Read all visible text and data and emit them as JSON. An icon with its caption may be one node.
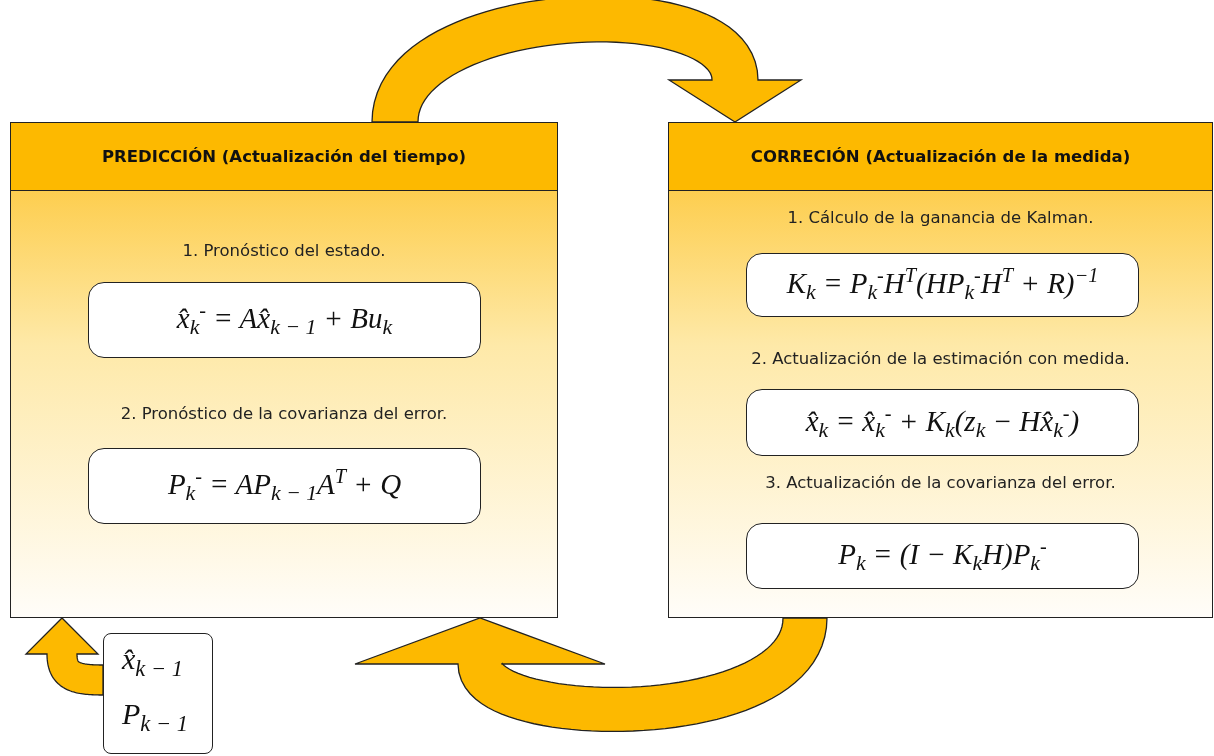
{
  "diagram": {
    "nodes": [
      {
        "text": [
          "PREDICCIÓN (Actualización del tiempo)",
          "1. Pronóstico del estado.",
          "2. Pronóstico de la covarianza del error."
        ]
      },
      {
        "text": [
          "x̂$_{k}$$^{-}$ = Ax̂$_{k − 1}$ + Bu$_{k}$"
        ],
        "in": 0
      },
      {
        "text": [
          "P$_{k}$$^{-}$ = AP$_{k − 1}$A$^{T}$ + Q"
        ],
        "in": 0
      },
      {
        "text": [
          "CORRECIÓN (Actualización de la medida)",
          "1. Cálculo de la ganancia de Kalman.",
          "2. Actualización de la estimación con medida.",
          "3. Actualización de la covarianza del error."
        ]
      },
      {
        "text": [
          "K$_{k}$ = P$_{k}$$^{-}$H$^{T}$(HP$_{k}$$^{-}$H$^{T}$ + R)$^{−1}$"
        ],
        "in": 3
      },
      {
        "text": [
          "x̂$_{k}$ = x̂$_{k}$$^{-}$ + K$_{k}$(z$_{k}$ − Hx̂$_{k}$$^{-}$)"
        ],
        "in": 3
      },
      {
        "text": [
          "P$_{k}$ = (I − K$_{k}$H)P$_{k}$$^{-}$"
        ],
        "in": 3
      },
      {
        "text": [
          "x̂$_{k − 1}$",
          "P$_{k − 1}$"
        ]
      }
    ],
    "edges": [
      {
        "from": 0,
        "to": 3,
        "arrow": "to"
      },
      {
        "from": 3,
        "to": 0,
        "arrow": "to"
      },
      {
        "from": 7,
        "to": 0,
        "arrow": "to"
      }
    ]
  }
}
